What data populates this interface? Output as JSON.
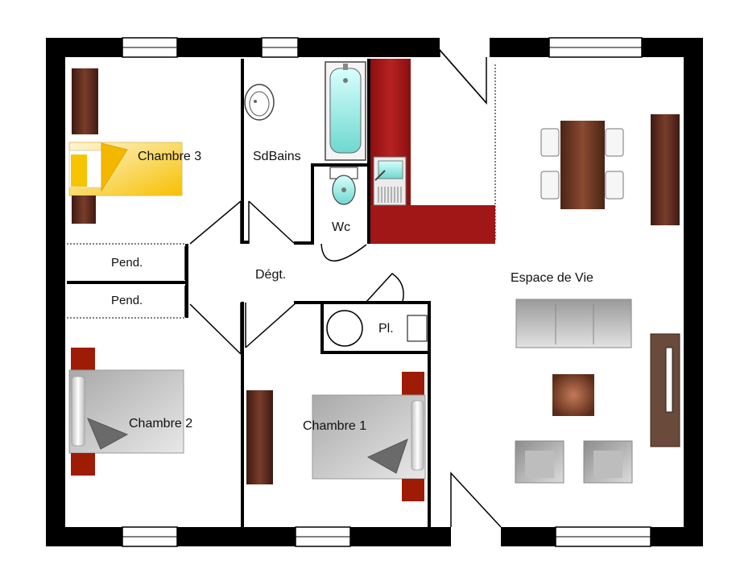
{
  "plan": {
    "rooms": {
      "chambre3": "Chambre 3",
      "sdbains": "SdBains",
      "wc": "Wc",
      "pend_top": "Pend.",
      "pend_bottom": "Pend.",
      "degt": "Dégt.",
      "placard": "Pl.",
      "chambre2": "Chambre 2",
      "chambre1": "Chambre 1",
      "espace_de_vie": "Espace de Vie"
    },
    "colors": {
      "wall": "#000000",
      "kitchen_counter": "#a01818",
      "wood_furniture": "#5a2a1c",
      "bed_red": "#9e1c06",
      "bath_water": "#8ee6e2",
      "bed_yellow": "#f6c400",
      "sofa_grey": "#c8c8c8",
      "tv_unit": "#6a4a3a"
    }
  }
}
